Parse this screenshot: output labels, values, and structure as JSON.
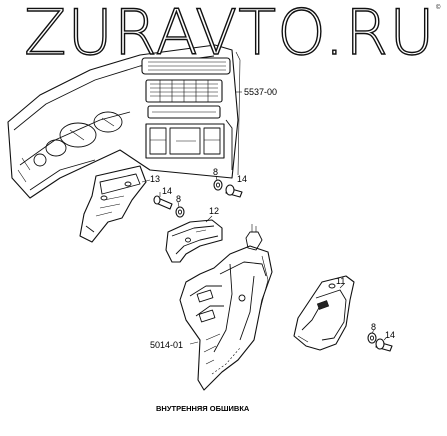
{
  "watermark": "ZURAVTO.RU",
  "corner_mark": "©",
  "caption": "ВНУТРЕННЯЯ ОБШИВКА",
  "labels": {
    "dashboard": "5537-00",
    "tunnel_trim": "5014-01",
    "bracket": "13",
    "clip_bracket": "14",
    "nut_bracket": "8",
    "clip_top": "14",
    "nut_top": "8",
    "cover": "12",
    "side_panel": "11",
    "nut_side": "8",
    "clip_side": "14"
  }
}
